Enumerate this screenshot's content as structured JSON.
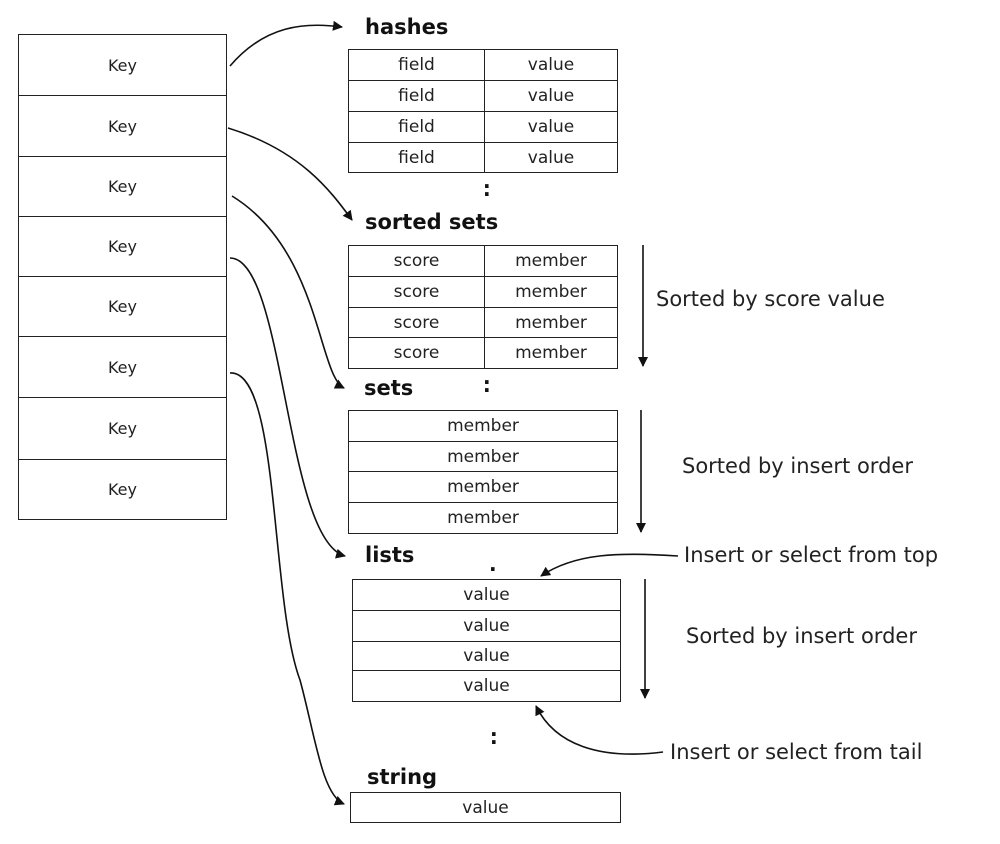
{
  "keys": [
    "Key",
    "Key",
    "Key",
    "Key",
    "Key",
    "Key",
    "Key",
    "Key"
  ],
  "hashes": {
    "title": "hashes",
    "rows": [
      [
        "field",
        "value"
      ],
      [
        "field",
        "value"
      ],
      [
        "field",
        "value"
      ],
      [
        "field",
        "value"
      ]
    ]
  },
  "sorted_sets": {
    "title": "sorted  sets",
    "rows": [
      [
        "score",
        "member"
      ],
      [
        "score",
        "member"
      ],
      [
        "score",
        "member"
      ],
      [
        "score",
        "member"
      ]
    ],
    "note": "Sorted by score value"
  },
  "sets": {
    "title": "sets",
    "rows": [
      "member",
      "member",
      "member",
      "member"
    ],
    "note": "Sorted by insert order"
  },
  "lists": {
    "title": "lists",
    "rows": [
      "value",
      "value",
      "value",
      "value"
    ],
    "note": "Sorted by insert order",
    "top_note": "Insert or select from top",
    "tail_note": "Insert or select from tail"
  },
  "string": {
    "title": "string",
    "value": "value"
  }
}
